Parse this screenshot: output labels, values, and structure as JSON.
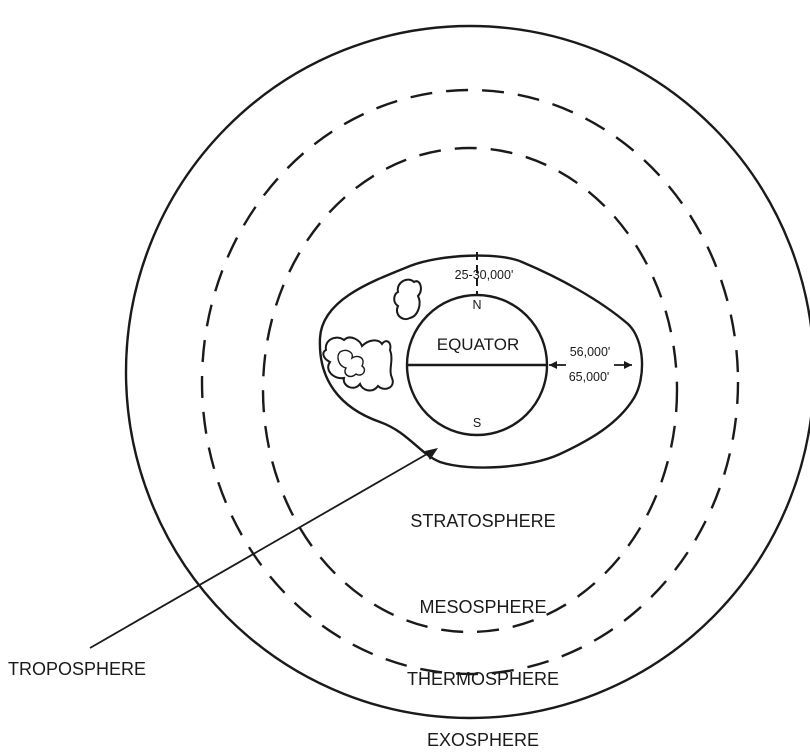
{
  "labels": {
    "equator": "EQUATOR",
    "north": "N",
    "south": "S",
    "polar_height": "25-30,000'",
    "equatorial_height_low": "56,000'",
    "equatorial_height_high": "65,000'",
    "troposphere": "TROPOSPHERE",
    "stratosphere": "STRATOSPHERE",
    "mesosphere": "MESOSPHERE",
    "thermosphere": "THERMOSPHERE",
    "exosphere": "EXOSPHERE"
  },
  "colors": {
    "ink": "#1a1a1a",
    "background": "#ffffff"
  }
}
